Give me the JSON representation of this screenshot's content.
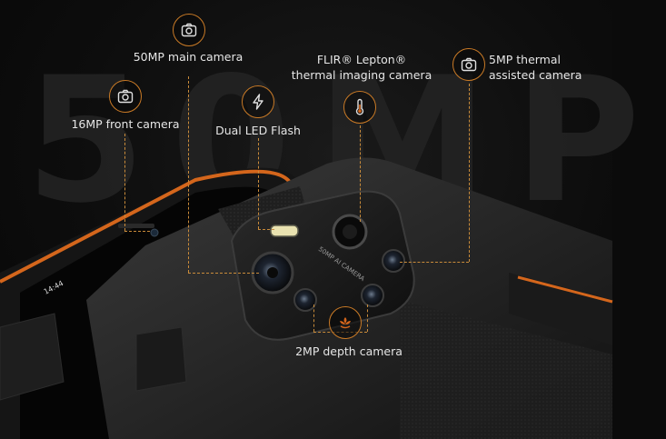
{
  "background_text": "50MP",
  "labels": {
    "main_camera": "50MP main camera",
    "front_camera": "16MP front camera",
    "flash": "Dual LED Flash",
    "flir_line1": "FLIR® Lepton®",
    "flir_line2": "thermal imaging camera",
    "thermal_line1": "5MP thermal",
    "thermal_line2": "assisted camera",
    "depth_camera": "2MP depth camera"
  },
  "phone": {
    "status_time": "14:44",
    "module_text": "50MP AI CAMERA"
  },
  "colors": {
    "accent": "#c97a26",
    "orange_trim": "#d4661c",
    "body": "#2b2b2b"
  },
  "icons": [
    "camera-icon",
    "camera-icon",
    "flash-icon",
    "thermometer-icon",
    "camera-icon",
    "flower-icon"
  ]
}
